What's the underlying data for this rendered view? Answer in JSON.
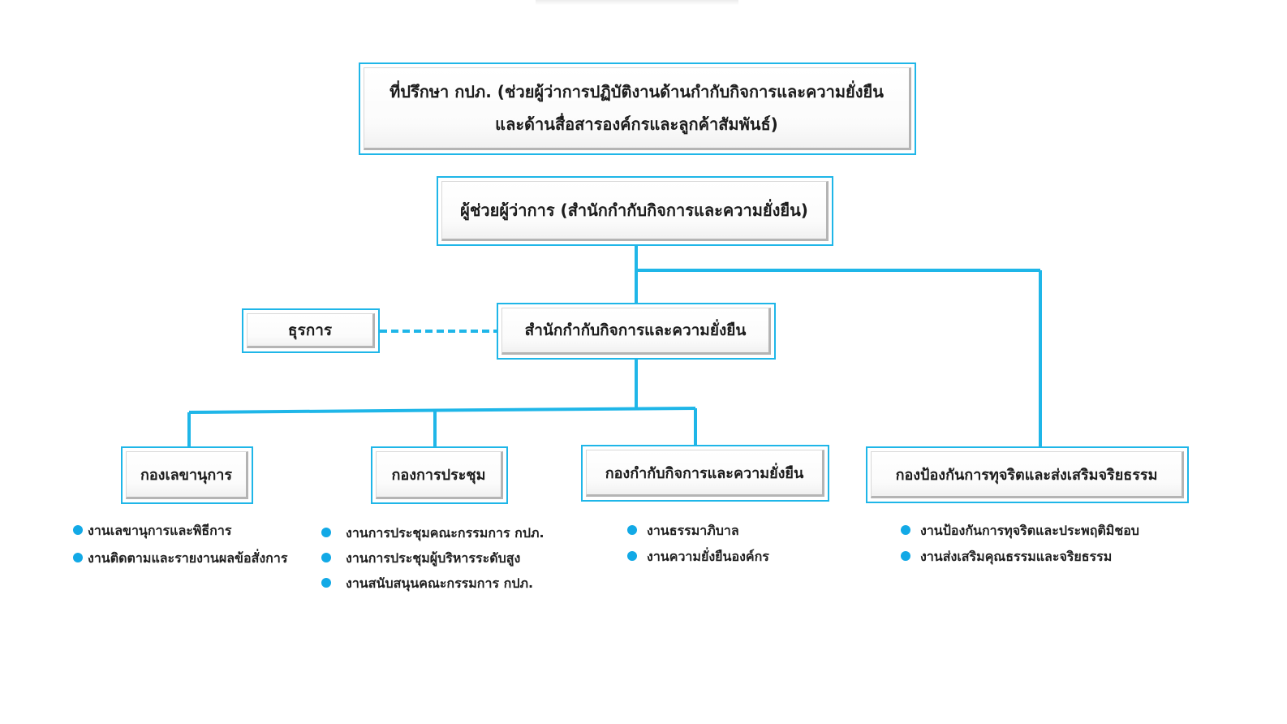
{
  "advisor": {
    "line1": "ที่ปรึกษา กปภ. (ช่วยผู้ว่าการปฏิบัติงานด้านกำกับกิจการและความยั่งยืน",
    "line2": "และด้านสื่อสารองค์กรและลูกค้าสัมพันธ์)"
  },
  "assistant": {
    "title": "ผู้ช่วยผู้ว่าการ (สำนักกำกับกิจการและความยั่งยืน)"
  },
  "office": {
    "title": "สำนักกำกับกิจการและความยั่งยืน"
  },
  "admin": {
    "title": "ธุรการ"
  },
  "divisions": [
    {
      "title": "กองเลขานุการ",
      "tasks": [
        "งานเลขานุการและพิธีการ",
        "งานติดตามและรายงานผลข้อสั่งการ"
      ]
    },
    {
      "title": "กองการประชุม",
      "tasks": [
        "งานการประชุมคณะกรรมการ กปภ.",
        "งานการประชุมผู้บริหารระดับสูง",
        "งานสนับสนุนคณะกรรมการ กปภ."
      ]
    },
    {
      "title": "กองกำกับกิจการและความยั่งยืน",
      "tasks": [
        "งานธรรมาภิบาล",
        "งานความยั่งยืนองค์กร"
      ]
    },
    {
      "title": "กองป้องกันการทุจริตและส่งเสริมจริยธรรม",
      "tasks": [
        "งานป้องกันการทุจริตและประพฤติมิชอบ",
        "งานส่งเสริมคุณธรรมและจริยธรรม"
      ]
    }
  ],
  "colors": {
    "accent": "#1fb6e8",
    "bullet": "#12a9e6"
  }
}
